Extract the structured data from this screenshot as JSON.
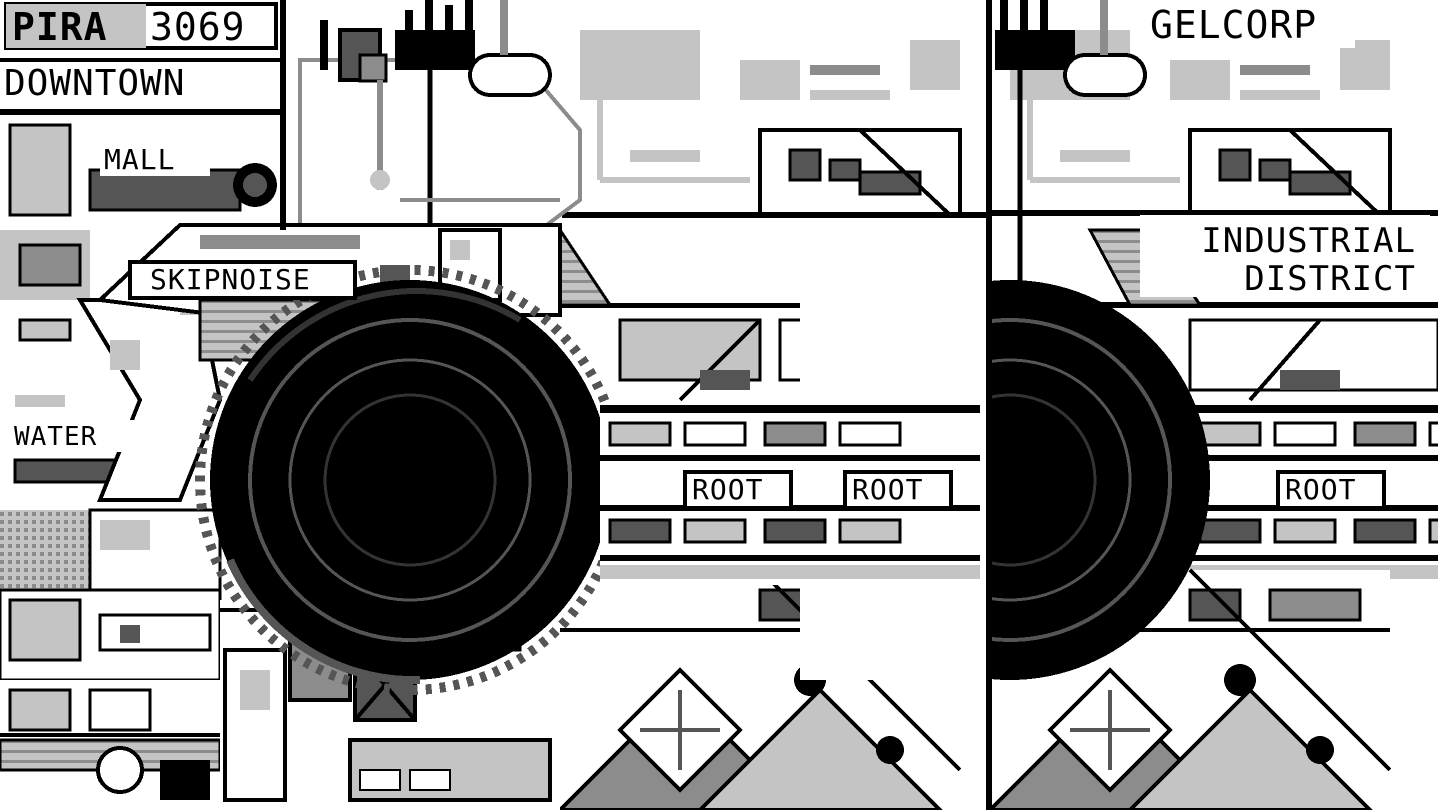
{
  "hud": {
    "brand": "PIRA",
    "year": "3069",
    "district": "DOWNTOWN"
  },
  "map_labels": {
    "mall": "MALL",
    "skipnoise": "SKIPNOISE",
    "water": "WATER",
    "gelcorp": "GELCORP",
    "industrial_line1": "INDUSTRIAL",
    "industrial_line2": "DISTRICT",
    "root_1": "ROOT",
    "root_2": "ROOT",
    "root_3": "ROOT"
  },
  "palette": {
    "black": "#000000",
    "dark_gray": "#555555",
    "mid_gray": "#8c8c8c",
    "light_gray": "#c4c4c4",
    "white": "#ffffff"
  }
}
